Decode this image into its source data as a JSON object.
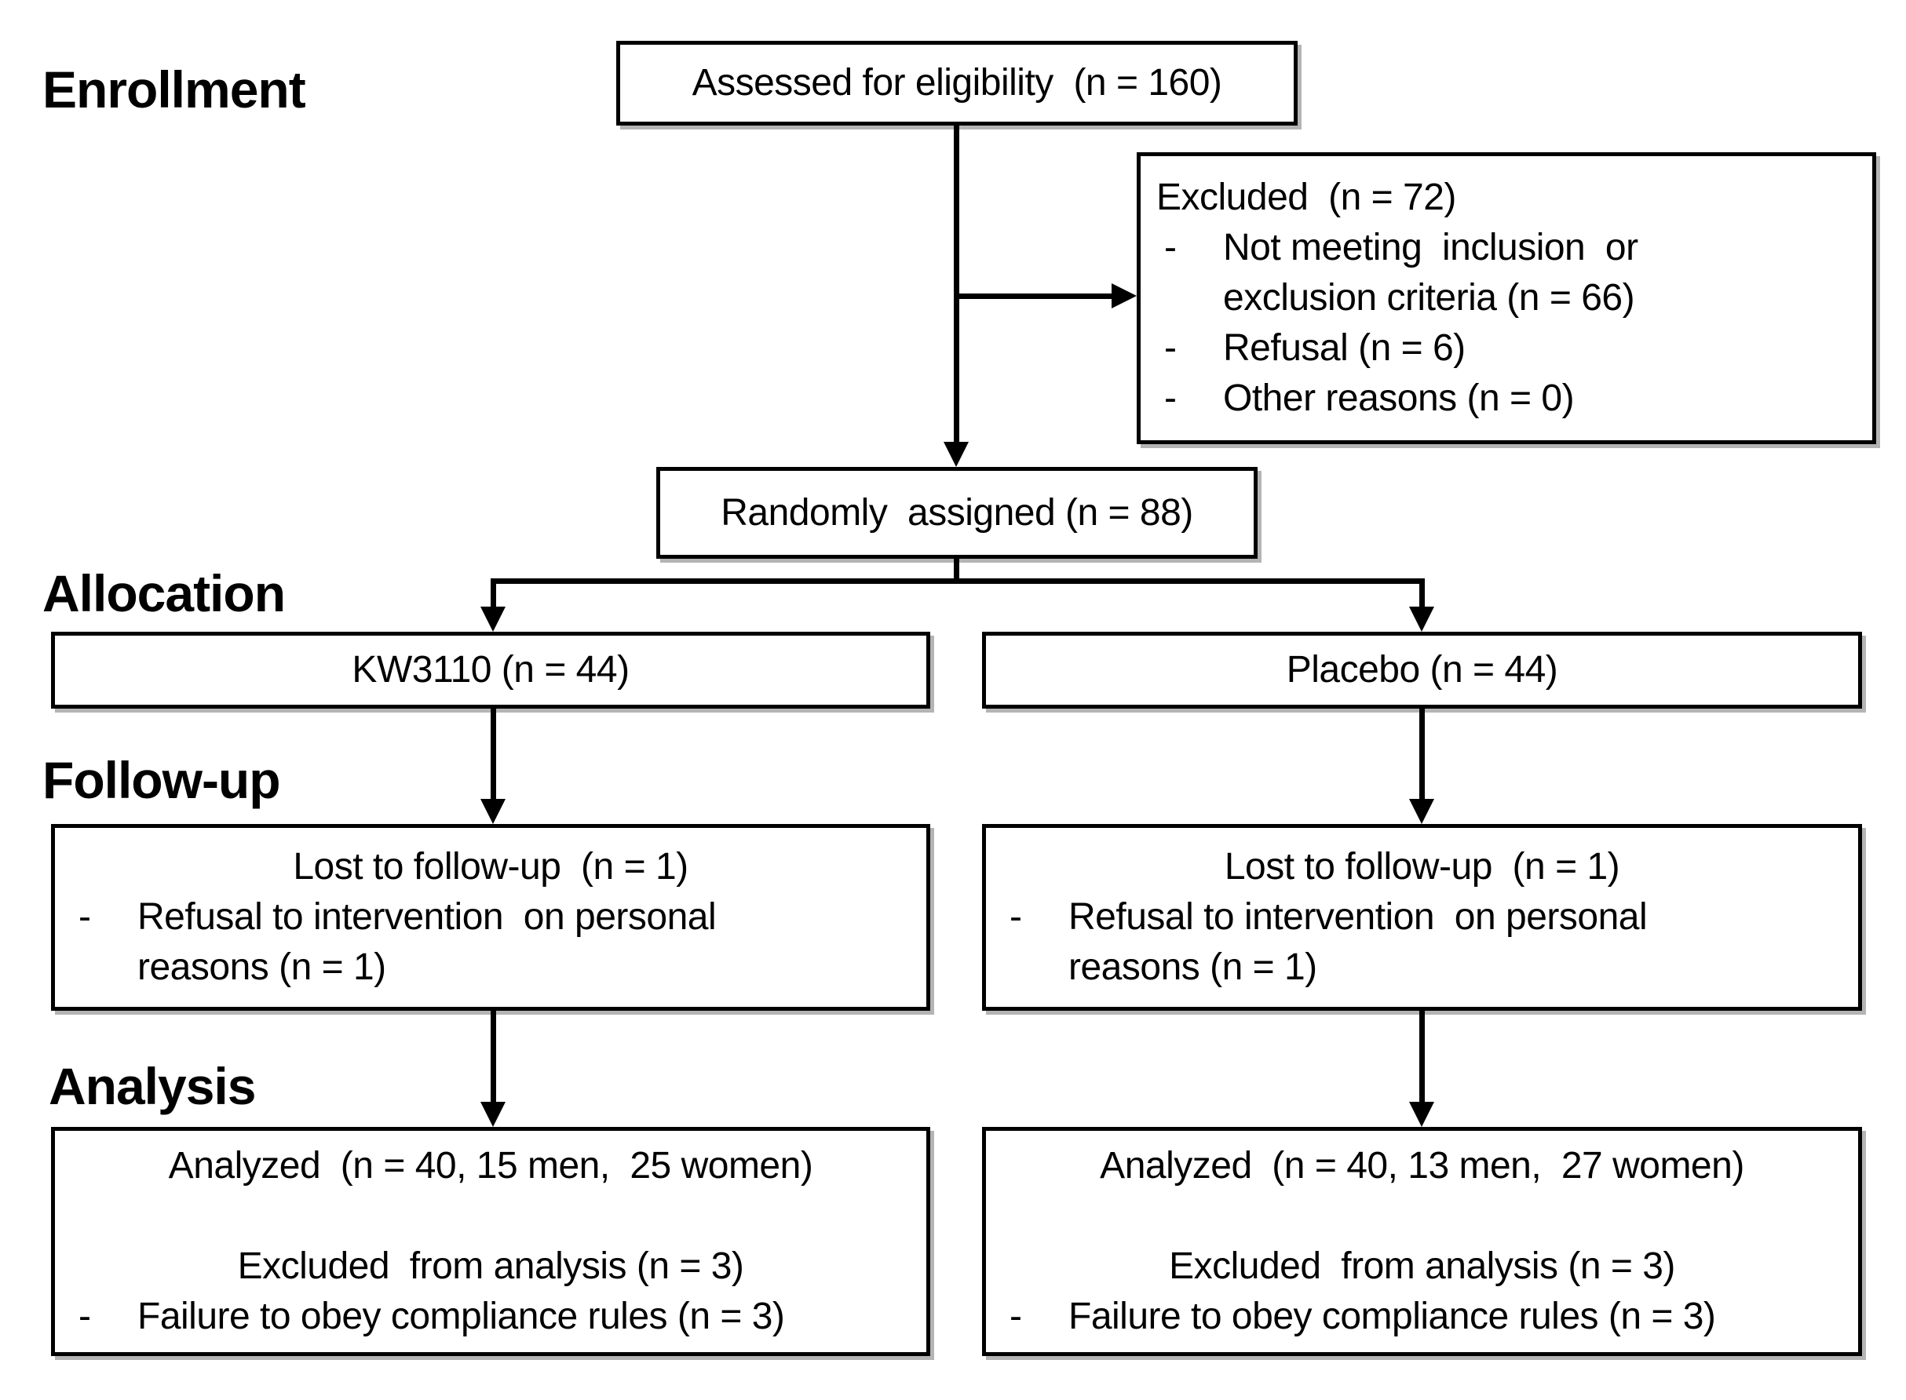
{
  "bullet_marker": "-",
  "colors": {
    "line": "#000000",
    "box_border": "#000000",
    "box_fill": "#ffffff",
    "text": "#000000",
    "background": "#ffffff"
  },
  "section_labels": {
    "enrollment": "Enrollment",
    "allocation": "Allocation",
    "followup": "Follow-up",
    "analysis": "Analysis"
  },
  "boxes": {
    "assessed": {
      "text": "Assessed for eligibility  (n = 160)"
    },
    "excluded": {
      "title": "Excluded  (n = 72)",
      "items": [
        "Not meeting  inclusion  or\nexclusion criteria (n = 66)",
        "Refusal (n = 6)",
        "Other reasons (n = 0)"
      ]
    },
    "randomized": {
      "text": "Randomly  assigned (n = 88)"
    },
    "allocation_left": {
      "text": "KW3110 (n = 44)"
    },
    "allocation_right": {
      "text": "Placebo (n = 44)"
    },
    "followup_left": {
      "title": "Lost to follow-up  (n = 1)",
      "items": [
        "Refusal to intervention  on personal\nreasons (n = 1)"
      ]
    },
    "followup_right": {
      "title": "Lost to follow-up  (n = 1)",
      "items": [
        "Refusal to intervention  on personal\nreasons (n = 1)"
      ]
    },
    "analysis_left": {
      "line1": "Analyzed  (n = 40, 15 men,  25 women)",
      "line2": "Excluded  from analysis (n = 3)",
      "items": [
        "Failure to obey compliance rules (n = 3)"
      ]
    },
    "analysis_right": {
      "line1": "Analyzed  (n = 40, 13 men,  27 women)",
      "line2": "Excluded  from analysis (n = 3)",
      "items": [
        "Failure to obey compliance rules (n = 3)"
      ]
    }
  }
}
